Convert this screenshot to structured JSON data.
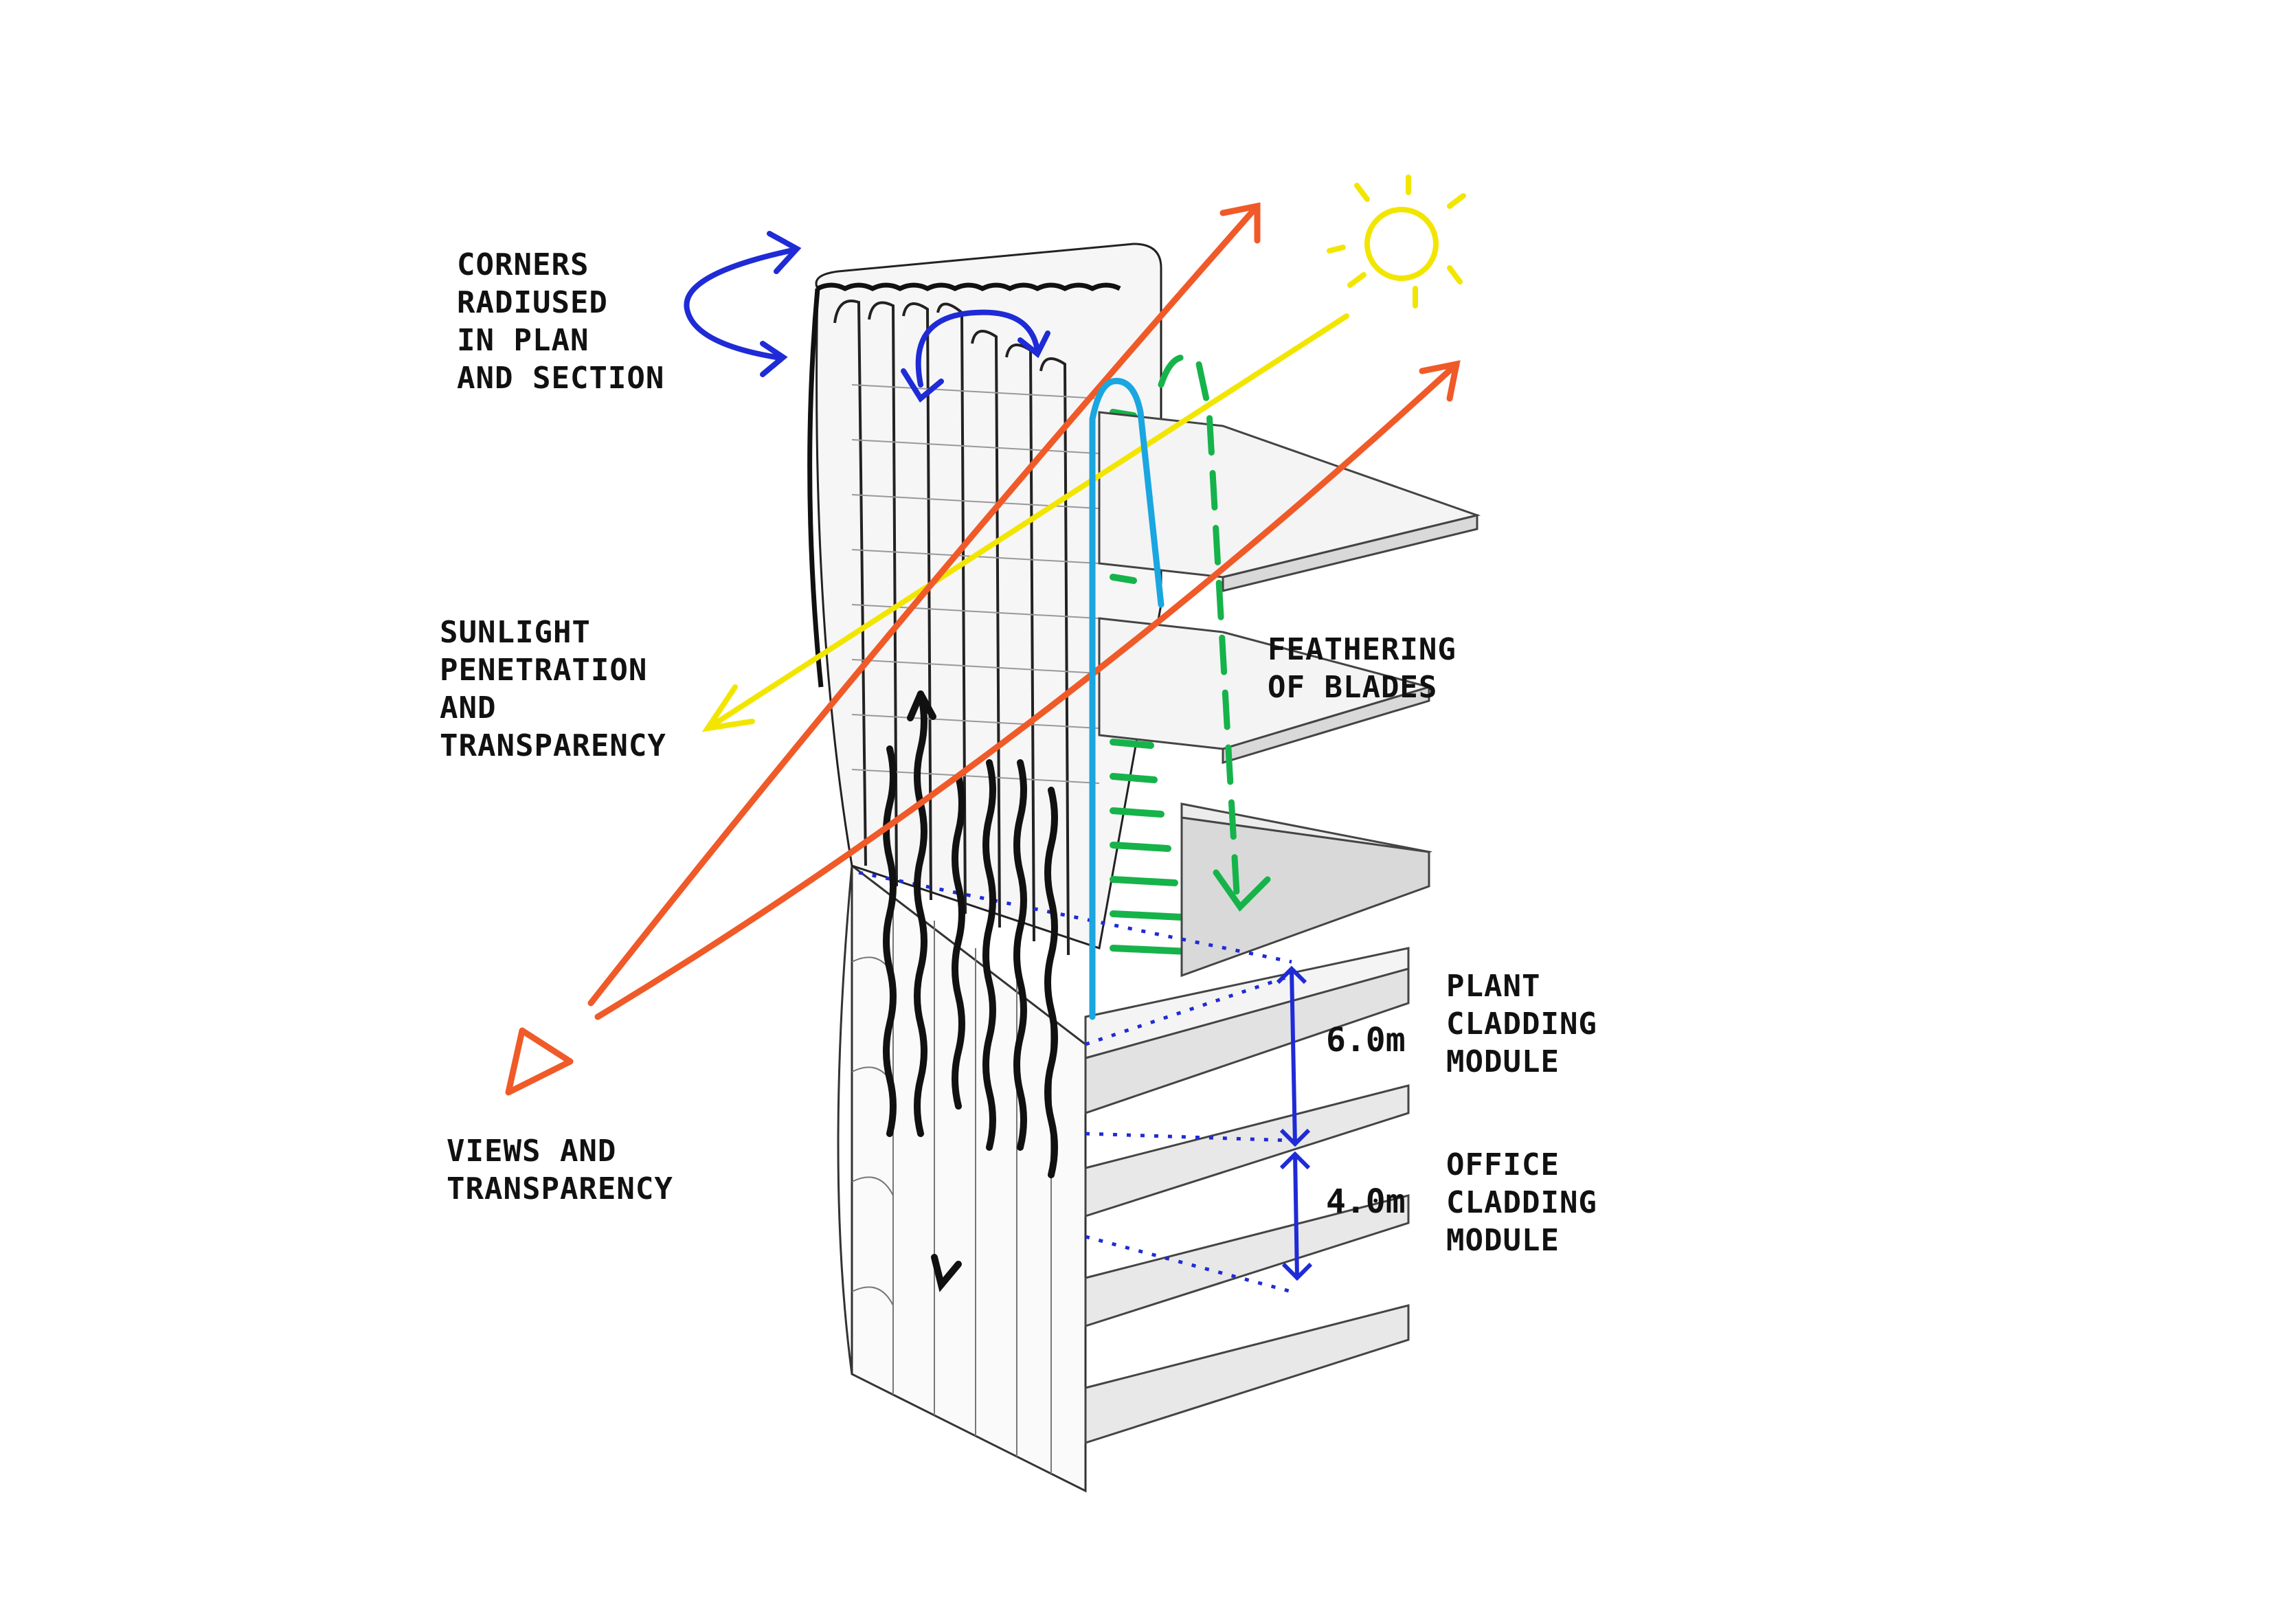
{
  "labels": {
    "corners": [
      "CORNERS",
      "RADIUSED",
      "IN PLAN",
      "AND SECTION"
    ],
    "sunlight": [
      "SUNLIGHT",
      "PENETRATION",
      "AND",
      "TRANSPARENCY"
    ],
    "views": [
      "VIEWS AND",
      "TRANSPARENCY"
    ],
    "feathering": [
      "FEATHERING",
      "OF BLADES"
    ],
    "plant": [
      "PLANT",
      "CLADDING",
      "MODULE"
    ],
    "office": [
      "OFFICE",
      "CLADDING",
      "MODULE"
    ],
    "plant_height": "6.0m",
    "office_height": "4.0m"
  },
  "colors": {
    "ink": "#111111",
    "sun": "#f2e600",
    "ray": "#f05a28",
    "blue": "#1f2bd6",
    "cyan": "#1aa6e0",
    "green": "#16b34a",
    "slab_top": "#f4f4f4",
    "slab_side": "#d9d9d9",
    "line": "#555555"
  },
  "icons": [
    "sun-icon",
    "rotate-arrow-icon",
    "double-arrow-icon"
  ]
}
